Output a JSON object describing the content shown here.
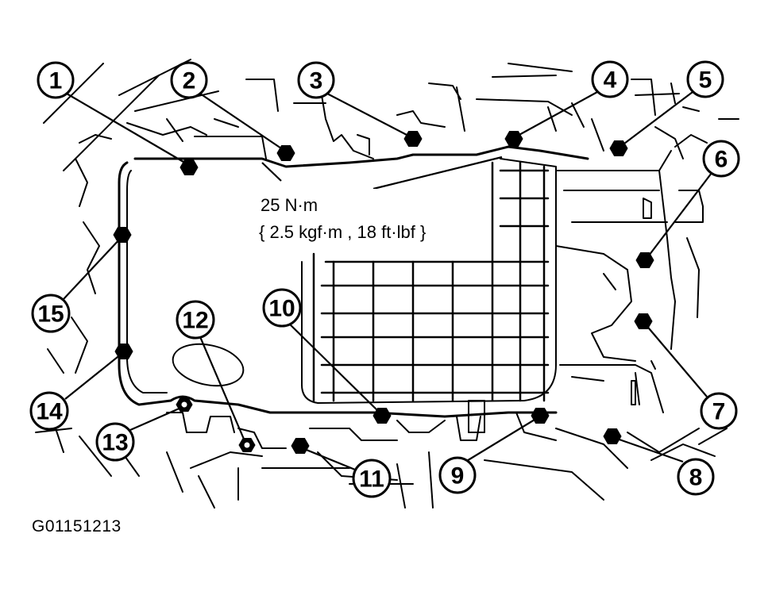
{
  "torque_spec": {
    "line1": "25 N·m",
    "line2": "{ 2.5 kgf·m , 18 ft·lbf }"
  },
  "figure_id": "G01151213",
  "callouts": [
    {
      "label": "1"
    },
    {
      "label": "2"
    },
    {
      "label": "3"
    },
    {
      "label": "4"
    },
    {
      "label": "5"
    },
    {
      "label": "6"
    },
    {
      "label": "7"
    },
    {
      "label": "8"
    },
    {
      "label": "9"
    },
    {
      "label": "10"
    },
    {
      "label": "11"
    },
    {
      "label": "12"
    },
    {
      "label": "13"
    },
    {
      "label": "14"
    },
    {
      "label": "15"
    }
  ],
  "colors": {
    "ink": "#000000",
    "paper": "#ffffff"
  }
}
